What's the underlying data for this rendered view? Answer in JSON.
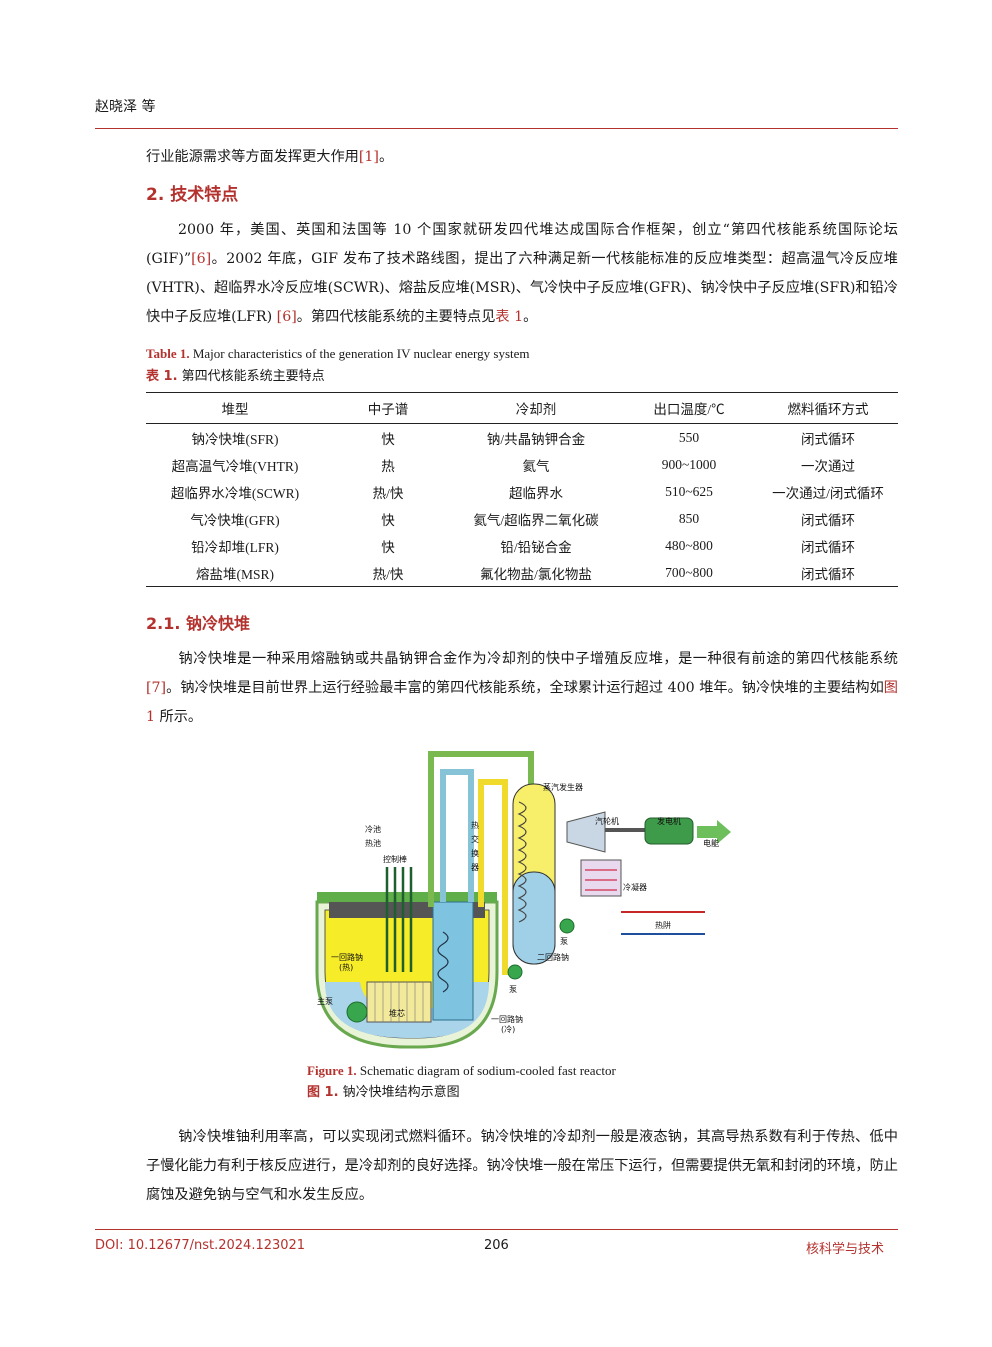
{
  "header": {
    "author": "赵晓泽 等"
  },
  "para0": {
    "text": "行业能源需求等方面发挥更大作用",
    "ref": "[1]",
    "end": "。"
  },
  "section2": {
    "title": "2. 技术特点"
  },
  "para1": {
    "t1": "2000 年，美国、英国和法国等 10 个国家就研发四代堆达成国际合作框架，创立“第四代核能系统国际论坛(GIF)”",
    "r1": "[6]",
    "t2": "。2002 年底，GIF 发布了技术路线图，提出了六种满足新一代核能标准的反应堆类型：超高温气冷反应堆(VHTR)、超临界水冷反应堆(SCWR)、熔盐反应堆(MSR)、气冷快中子反应堆(GFR)、钠冷快中子反应堆(SFR)和铅冷快中子反应堆(LFR) ",
    "r2": "[6]",
    "t3": "。第四代核能系统的主要特点见",
    "r3": "表 1",
    "t4": "。"
  },
  "table1": {
    "caption_en_label": "Table 1.",
    "caption_en": "Major characteristics of the generation IV nuclear energy system",
    "caption_zh_label": "表 1.",
    "caption_zh": "第四代核能系统主要特点",
    "headers": [
      "堆型",
      "中子谱",
      "冷却剂",
      "出口温度/℃",
      "燃料循环方式"
    ],
    "rows": [
      [
        "钠冷快堆(SFR)",
        "快",
        "钠/共晶钠钾合金",
        "550",
        "闭式循环"
      ],
      [
        "超高温气冷堆(VHTR)",
        "热",
        "氦气",
        "900~1000",
        "一次通过"
      ],
      [
        "超临界水冷堆(SCWR)",
        "热/快",
        "超临界水",
        "510~625",
        "一次通过/闭式循环"
      ],
      [
        "气冷快堆(GFR)",
        "快",
        "氦气/超临界二氧化碳",
        "850",
        "闭式循环"
      ],
      [
        "铅冷却堆(LFR)",
        "快",
        "铅/铅铋合金",
        "480~800",
        "闭式循环"
      ],
      [
        "熔盐堆(MSR)",
        "热/快",
        "氟化物盐/氯化物盐",
        "700~800",
        "闭式循环"
      ]
    ]
  },
  "section21": {
    "title": "2.1. 钠冷快堆"
  },
  "para2": {
    "t1": "钠冷快堆是一种采用熔融钠或共晶钠钾合金作为冷却剂的快中子增殖反应堆，是一种很有前途的第四代核能系统",
    "r1": "[7]",
    "t2": "。钠冷快堆是目前世界上运行经验最丰富的第四代核能系统，全球累计运行超过 400 堆年。钠冷快堆的主要结构如",
    "r2": "图 1",
    "t3": " 所示。"
  },
  "figure1": {
    "labels": {
      "steam_gen": "蒸汽发生器",
      "turbine": "汽轮机",
      "generator": "发电机",
      "power": "电能",
      "condenser": "冷凝器",
      "heat_sink": "热阱",
      "pump": "泵",
      "secondary": "二回路钠",
      "pump2": "泵",
      "cold_pool": "冷池",
      "hot_pool": "热池",
      "control_rod": "控制棒",
      "hx1": "热",
      "hx2": "交",
      "hx3": "换",
      "hx4": "器",
      "primary_hot": "一回路钠",
      "hot_tag": "(热)",
      "main_pump": "主泵",
      "core": "堆芯",
      "primary_cold": "一回路钠",
      "cold_tag": "(冷)"
    },
    "caption_en_label": "Figure 1.",
    "caption_en": "Schematic diagram of sodium-cooled fast reactor",
    "caption_zh_label": "图 1.",
    "caption_zh": "钠冷快堆结构示意图"
  },
  "para3": {
    "text": "钠冷快堆铀利用率高，可以实现闭式燃料循环。钠冷快堆的冷却剂一般是液态钠，其高导热系数有利于传热、低中子慢化能力有利于核反应进行，是冷却剂的良好选择。钠冷快堆一般在常压下运行，但需要提供无氧和封闭的环境，防止腐蚀及避免钠与空气和水发生反应。"
  },
  "footer": {
    "doi": "DOI: 10.12677/nst.2024.123021",
    "page": "206",
    "journal": "核科学与技术"
  }
}
